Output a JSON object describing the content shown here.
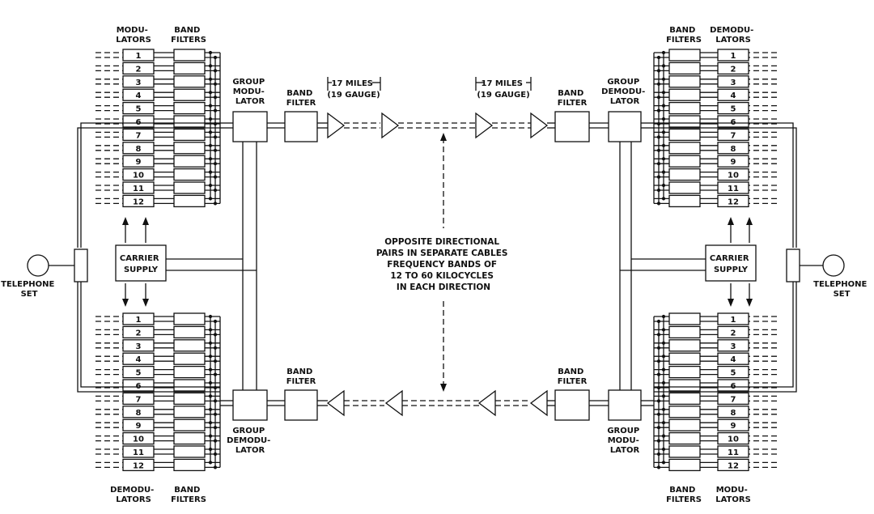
{
  "labels": {
    "modulators": [
      "MODU-",
      "LATORS"
    ],
    "demodulators": [
      "DEMODU-",
      "LATORS"
    ],
    "demodulators_bottom": [
      "DEMODU-",
      "LATORS"
    ],
    "band_filters": [
      "BAND",
      "FILTERS"
    ],
    "group_modulator": [
      "GROUP",
      "MODU-",
      "LATOR"
    ],
    "group_demodulator": [
      "GROUP",
      "DEMODU-",
      "LATOR"
    ],
    "band_filter": [
      "BAND",
      "FILTER"
    ],
    "carrier_supply": [
      "CARRIER",
      "SUPPLY"
    ],
    "telephone_set": [
      "TELEPHONE",
      "SET"
    ],
    "miles_left": [
      "17 MILES",
      "(19 GAUGE)"
    ],
    "miles_right": [
      "17 MILES",
      "(19 GAUGE)"
    ],
    "center_note": [
      "OPPOSITE DIRECTIONAL",
      "PAIRS IN SEPARATE CABLES",
      "FREQUENCY BANDS OF",
      "12 TO 60 KILOCYCLES",
      "IN EACH DIRECTION"
    ]
  },
  "channels": [
    "1",
    "2",
    "3",
    "4",
    "5",
    "6",
    "7",
    "8",
    "9",
    "10",
    "11",
    "12"
  ]
}
